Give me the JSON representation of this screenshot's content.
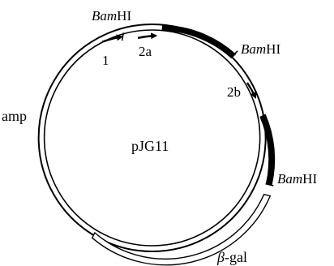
{
  "plasmid": {
    "name": "pJG11",
    "colors": {
      "line": "#000000",
      "background": "#ffffff"
    }
  },
  "labels": {
    "bamhi_top_italic": "Bam",
    "bamhi_top_roman": "HI",
    "bamhi_right_italic": "Bam",
    "bamhi_right_roman": "HI",
    "bamhi_bottom_italic": "Bam",
    "bamhi_bottom_roman": "HI",
    "primer_1": "1",
    "primer_2a": "2a",
    "primer_2b": "2b",
    "amp": "amp",
    "beta_gal_symbol": "β",
    "beta_gal_rest": "-gal"
  }
}
